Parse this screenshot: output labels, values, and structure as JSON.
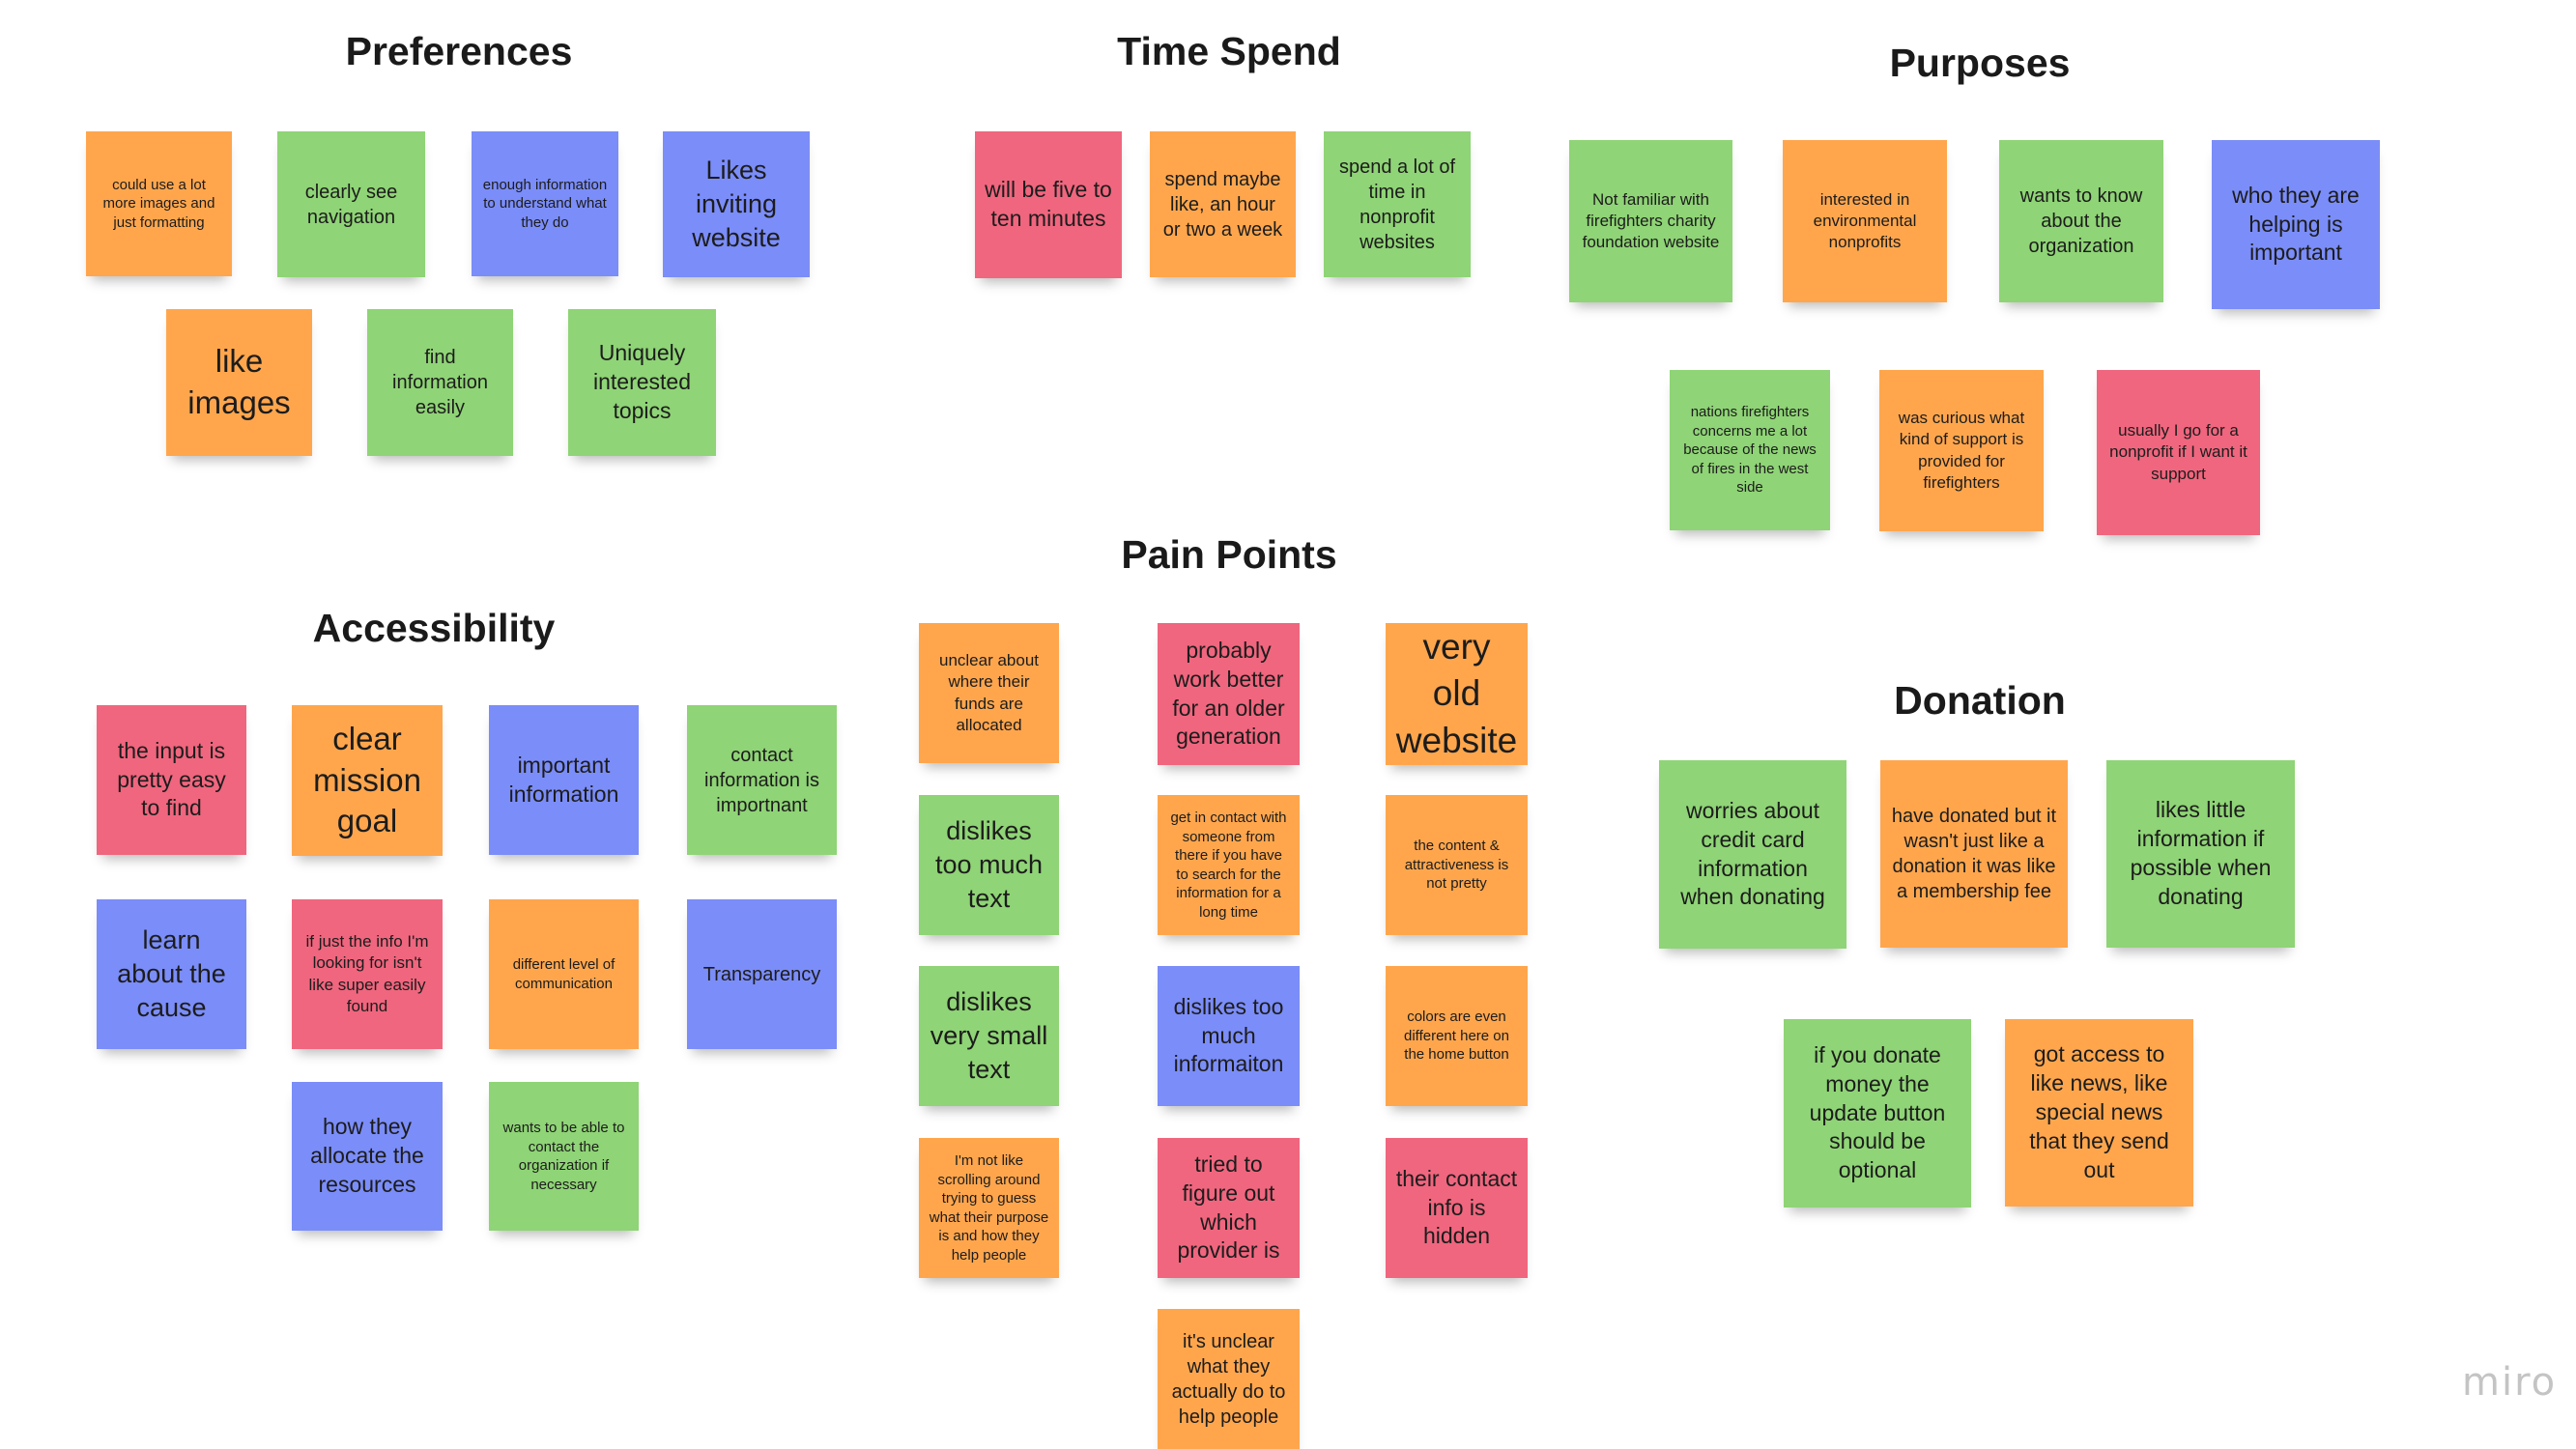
{
  "logo": "miro",
  "colors": {
    "orange": "#ffa64d",
    "green": "#8fd476",
    "blue": "#7b8df8",
    "pink": "#f0667e"
  },
  "sections": [
    {
      "id": "preferences",
      "title": "Preferences",
      "notes": [
        {
          "text": "could use a lot more images and just formatting",
          "color": "orange"
        },
        {
          "text": "clearly see navigation",
          "color": "green"
        },
        {
          "text": "enough information to understand what they do",
          "color": "blue"
        },
        {
          "text": "Likes inviting website",
          "color": "blue"
        },
        {
          "text": "like images",
          "color": "orange"
        },
        {
          "text": "find information easily",
          "color": "green"
        },
        {
          "text": "Uniquely interested topics",
          "color": "green"
        }
      ]
    },
    {
      "id": "time-spend",
      "title": "Time Spend",
      "notes": [
        {
          "text": "will be five to ten minutes",
          "color": "pink"
        },
        {
          "text": "spend maybe like, an hour or two a week",
          "color": "orange"
        },
        {
          "text": "spend a lot of time in nonprofit websites",
          "color": "green"
        }
      ]
    },
    {
      "id": "purposes",
      "title": "Purposes",
      "notes": [
        {
          "text": "Not familiar with firefighters charity foundation website",
          "color": "green"
        },
        {
          "text": "interested in environmental nonprofits",
          "color": "orange"
        },
        {
          "text": "wants to know about the organization",
          "color": "green"
        },
        {
          "text": "who they are helping is important",
          "color": "blue"
        },
        {
          "text": "nations firefighters concerns me a lot because of the news of fires in the west side",
          "color": "green"
        },
        {
          "text": "was curious what kind of support is provided for firefighters",
          "color": "orange"
        },
        {
          "text": "usually I go for a nonprofit if I want it support",
          "color": "pink"
        }
      ]
    },
    {
      "id": "accessibility",
      "title": "Accessibility",
      "notes": [
        {
          "text": "the input is pretty easy to find",
          "color": "pink"
        },
        {
          "text": "clear mission goal",
          "color": "orange"
        },
        {
          "text": "important information",
          "color": "blue"
        },
        {
          "text": "contact information is importnant",
          "color": "green"
        },
        {
          "text": "learn about the cause",
          "color": "blue"
        },
        {
          "text": "if just the info I'm looking for isn't like super easily found",
          "color": "pink"
        },
        {
          "text": "different level of communication",
          "color": "orange"
        },
        {
          "text": "Transparency",
          "color": "blue"
        },
        {
          "text": "how they allocate the resources",
          "color": "blue"
        },
        {
          "text": "wants to be able to contact the organization if necessary",
          "color": "green"
        }
      ]
    },
    {
      "id": "pain-points",
      "title": "Pain Points",
      "notes": [
        {
          "text": "unclear about where their funds are allocated",
          "color": "orange"
        },
        {
          "text": "probably work better for an older generation",
          "color": "pink"
        },
        {
          "text": "very old website",
          "color": "orange"
        },
        {
          "text": "dislikes too much text",
          "color": "green"
        },
        {
          "text": "get in contact with someone from there if you have to search for the information for a long time",
          "color": "orange"
        },
        {
          "text": "the content & attractiveness is not pretty",
          "color": "orange"
        },
        {
          "text": "dislikes very small text",
          "color": "green"
        },
        {
          "text": "dislikes too much informaiton",
          "color": "blue"
        },
        {
          "text": "colors are even different here on the home button",
          "color": "orange"
        },
        {
          "text": "I'm not like scrolling around trying to guess what their purpose is and how they help people",
          "color": "orange"
        },
        {
          "text": "tried to figure out which provider is",
          "color": "pink"
        },
        {
          "text": "their contact info is hidden",
          "color": "pink"
        },
        {
          "text": "it's unclear what they actually do to help people",
          "color": "orange"
        }
      ]
    },
    {
      "id": "donation",
      "title": "Donation",
      "notes": [
        {
          "text": "worries about credit card information when donating",
          "color": "green"
        },
        {
          "text": "have donated but it wasn't just like a donation it was like a membership fee",
          "color": "orange"
        },
        {
          "text": "likes little information if possible when donating",
          "color": "green"
        },
        {
          "text": "if you donate money the update button should be optional",
          "color": "green"
        },
        {
          "text": "got access to like news, like special news that they send out",
          "color": "orange"
        }
      ]
    }
  ]
}
